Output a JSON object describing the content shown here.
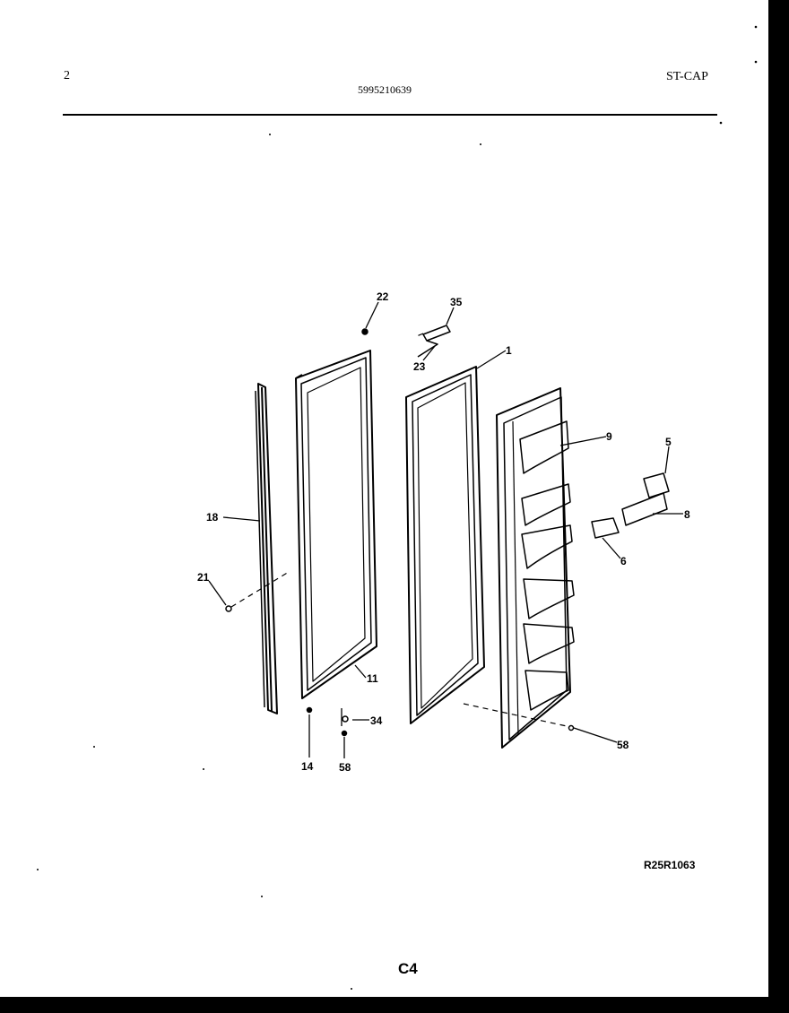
{
  "header": {
    "page_number": "2",
    "part_number": "5995210639",
    "model_code": "ST-CAP"
  },
  "diagram": {
    "callouts": [
      "22",
      "35",
      "23",
      "1",
      "9",
      "5",
      "8",
      "6",
      "18",
      "21",
      "11",
      "14",
      "34",
      "58",
      "58"
    ]
  },
  "footer": {
    "drawing_ref": "R25R1063",
    "page_label": "C4"
  }
}
